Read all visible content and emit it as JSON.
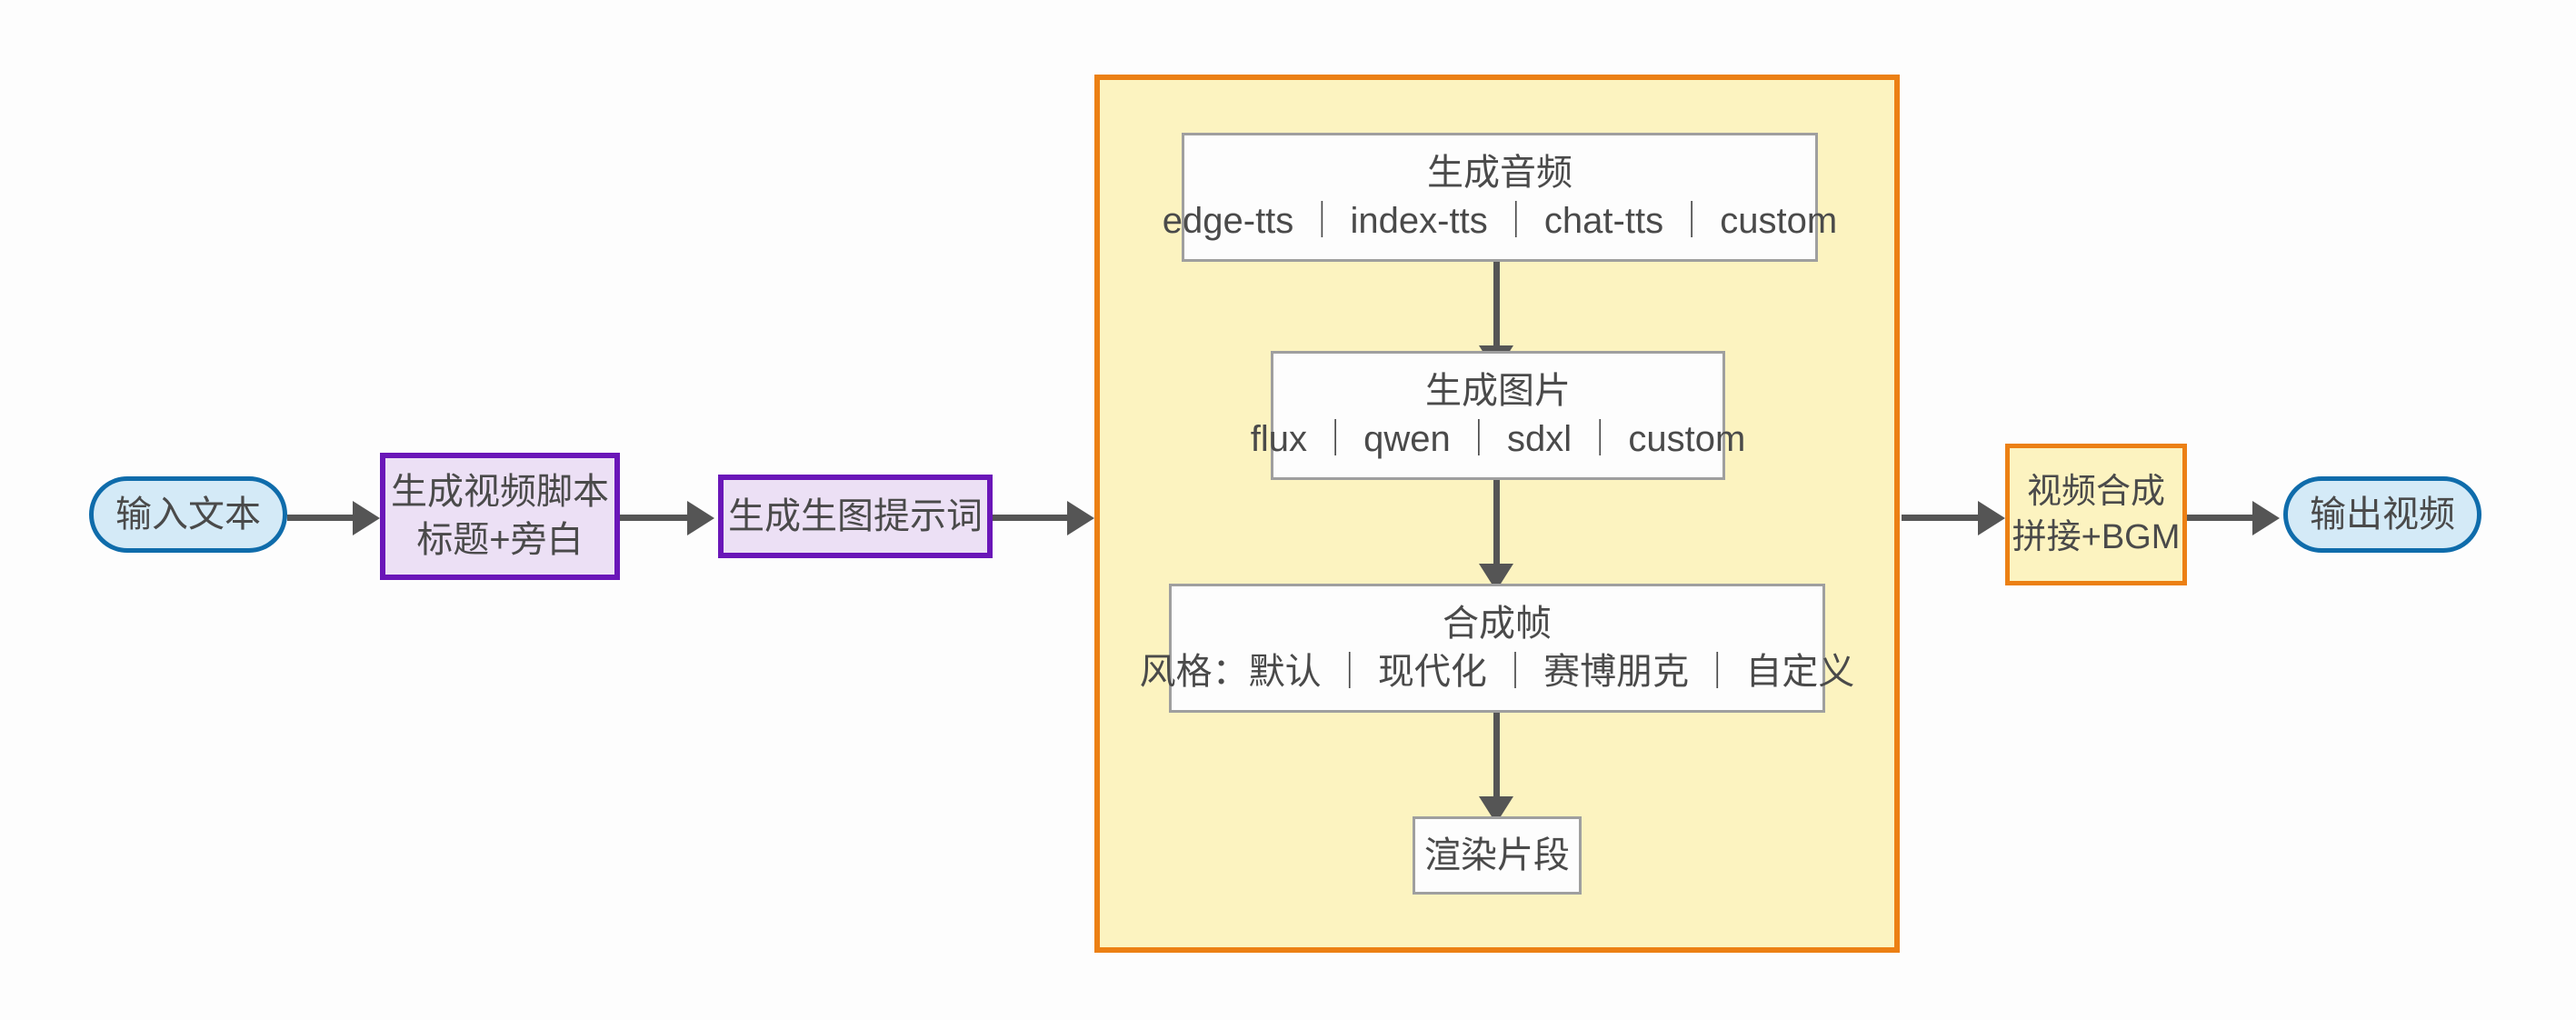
{
  "diagram": {
    "title": "视频生成流水线流程图",
    "background_color": "#fdfdfd",
    "colors": {
      "terminal_fill": "#d4eaf7",
      "terminal_border": "#0f6cab",
      "process_fill": "#ece0f5",
      "process_border": "#6a16b8",
      "accent_fill": "#fcf3c0",
      "accent_border": "#ec8014",
      "plain_fill": "#fdfdfd",
      "plain_border": "#9f9f9f",
      "edge_color": "#555555",
      "text_color": "#4a4a4a"
    }
  },
  "nodes": {
    "input_text": {
      "label": "输入文本",
      "shape": "stadium"
    },
    "script": {
      "line1": "生成视频脚本",
      "line2": "标题+旁白",
      "shape": "rect"
    },
    "prompt": {
      "label": "生成生图提示词",
      "shape": "rect"
    },
    "audio": {
      "line1": "生成音频",
      "line2": "edge-tts ｜ index-tts ｜ chat-tts ｜ custom",
      "shape": "rect"
    },
    "image": {
      "line1": "生成图片",
      "line2": "flux ｜ qwen ｜ sdxl ｜ custom",
      "shape": "rect"
    },
    "frame": {
      "line1": "合成帧",
      "line2": "风格：默认 ｜ 现代化 ｜ 赛博朋克 ｜ 自定义",
      "shape": "rect"
    },
    "render": {
      "label": "渲染片段",
      "shape": "rect"
    },
    "compose": {
      "line1": "视频合成",
      "line2": "拼接+BGM",
      "shape": "rect"
    },
    "output_video": {
      "label": "输出视频",
      "shape": "stadium"
    }
  },
  "subgraph": {
    "label": ""
  },
  "edges": [
    {
      "from": "输入文本",
      "to": "生成视频脚本 标题+旁白",
      "direction": "right"
    },
    {
      "from": "生成视频脚本 标题+旁白",
      "to": "生成生图提示词",
      "direction": "right"
    },
    {
      "from": "生成生图提示词",
      "to": "片段生成子流程",
      "direction": "right"
    },
    {
      "from": "生成音频 edge-tts ｜ index-tts ｜ chat-tts ｜ custom",
      "to": "生成图片 flux ｜ qwen ｜ sdxl ｜ custom",
      "direction": "down"
    },
    {
      "from": "生成图片 flux ｜ qwen ｜ sdxl ｜ custom",
      "to": "合成帧 风格：默认 ｜ 现代化 ｜ 赛博朋克 ｜ 自定义",
      "direction": "down"
    },
    {
      "from": "合成帧 风格：默认 ｜ 现代化 ｜ 赛博朋克 ｜ 自定义",
      "to": "渲染片段",
      "direction": "down"
    },
    {
      "from": "片段生成子流程",
      "to": "视频合成 拼接+BGM",
      "direction": "right"
    },
    {
      "from": "视频合成 拼接+BGM",
      "to": "输出视频",
      "direction": "right"
    }
  ]
}
